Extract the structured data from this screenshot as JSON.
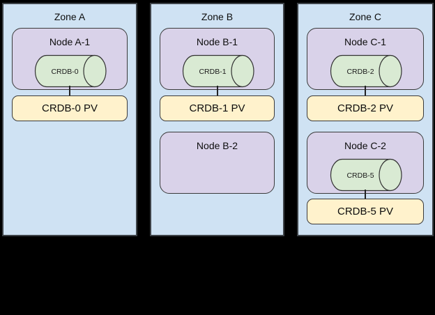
{
  "colors": {
    "background": "#000000",
    "zone_fill": "#cfe2f3",
    "node_fill": "#d9d2e9",
    "cylinder_fill": "#d9ead3",
    "pv_fill": "#fff2cc",
    "border": "#333333"
  },
  "zones": [
    {
      "label": "Zone A",
      "nodes": [
        {
          "label": "Node A-1",
          "cylinder": "CRDB-0",
          "pv": "CRDB-0 PV"
        }
      ]
    },
    {
      "label": "Zone B",
      "nodes": [
        {
          "label": "Node B-1",
          "cylinder": "CRDB-1",
          "pv": "CRDB-1 PV"
        },
        {
          "label": "Node B-2"
        }
      ]
    },
    {
      "label": "Zone C",
      "nodes": [
        {
          "label": "Node C-1",
          "cylinder": "CRDB-2",
          "pv": "CRDB-2 PV"
        },
        {
          "label": "Node C-2",
          "cylinder": "CRDB-5",
          "pv": "CRDB-5 PV"
        }
      ]
    }
  ]
}
